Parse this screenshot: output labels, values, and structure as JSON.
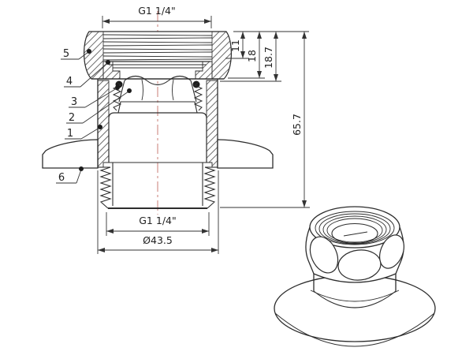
{
  "colors": {
    "line": "#2d2d2d",
    "thin_line": "#3a3a3a",
    "dimension_line": "#333333",
    "centerline": "#c87c74",
    "background": "#ffffff"
  },
  "view": {
    "main": "sectional front view of fitting",
    "secondary": "3d perspective view of fitting"
  },
  "dimensions": {
    "top_thread": "G1 1/4\"",
    "thread_depth": "11",
    "nut_height": "18",
    "head_height": "18.7",
    "overall_height": "65.7",
    "bottom_thread": "G1 1/4\"",
    "outer_diameter": "Ø43.5"
  },
  "part_labels": [
    "5",
    "4",
    "3",
    "2",
    "1",
    "6"
  ]
}
